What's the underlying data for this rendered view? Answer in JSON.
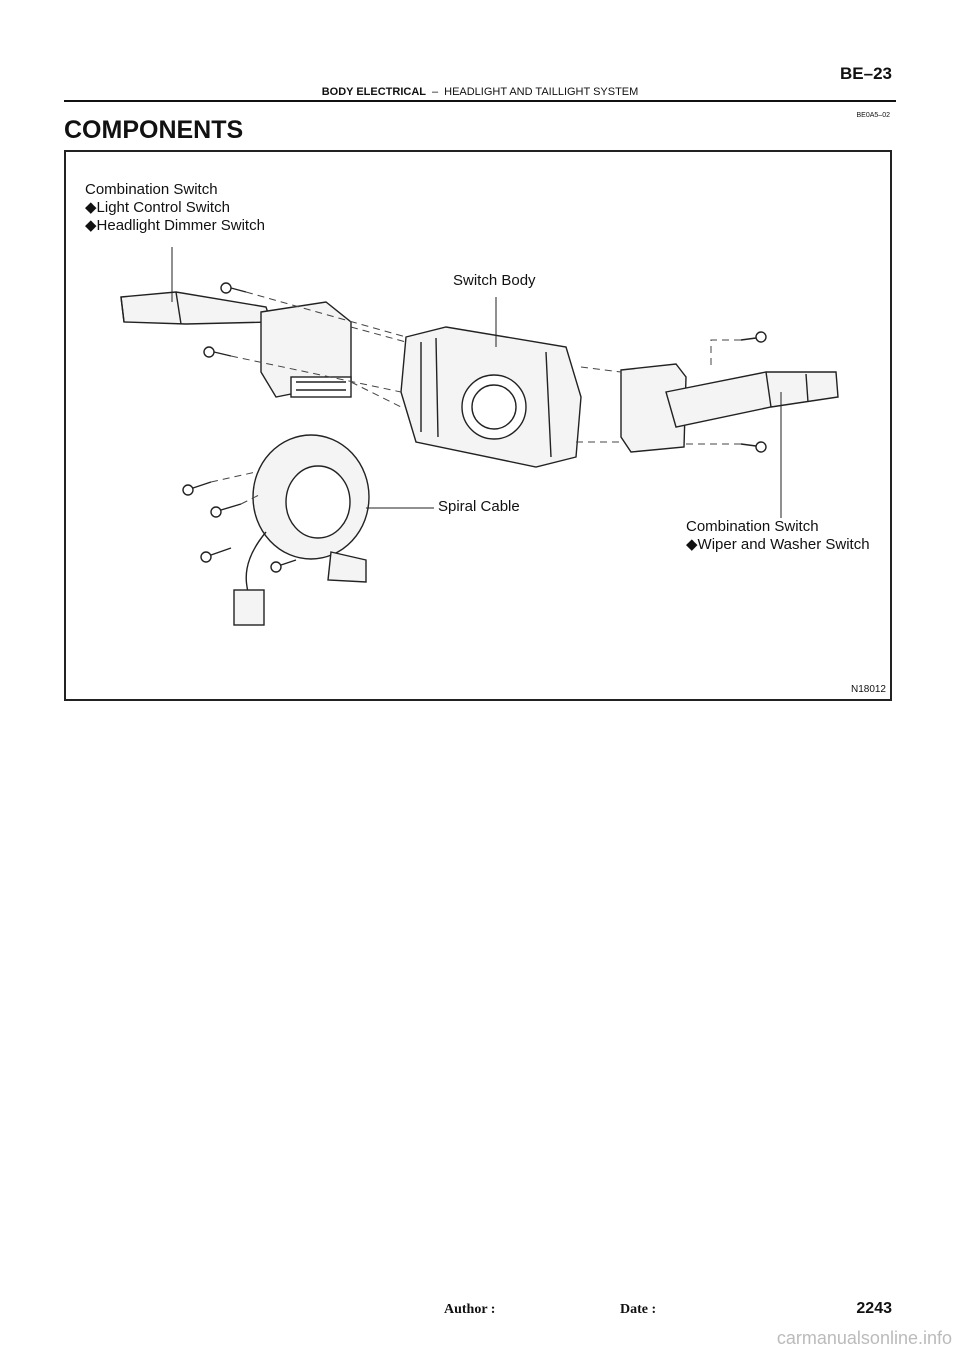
{
  "header": {
    "page_code": "BE–23",
    "section_bold": "BODY ELECTRICAL",
    "section_sep": "–",
    "section_sub": "HEADLIGHT AND TAILLIGHT SYSTEM",
    "doc_code": "BE0A5–02"
  },
  "title": "COMPONENTS",
  "figure": {
    "labels": {
      "combo_left_title": "Combination Switch",
      "combo_left_item1": "◆Light Control Switch",
      "combo_left_item2": "◆Headlight Dimmer Switch",
      "switch_body": "Switch Body",
      "spiral_cable": "Spiral Cable",
      "combo_right_title": "Combination Switch",
      "combo_right_item1": "◆Wiper and Washer Switch"
    },
    "figure_code": "N18012"
  },
  "footer": {
    "author_label": "Author :",
    "date_label": "Date :",
    "page_number": "2243"
  },
  "watermark": "carmanualsonline.info"
}
